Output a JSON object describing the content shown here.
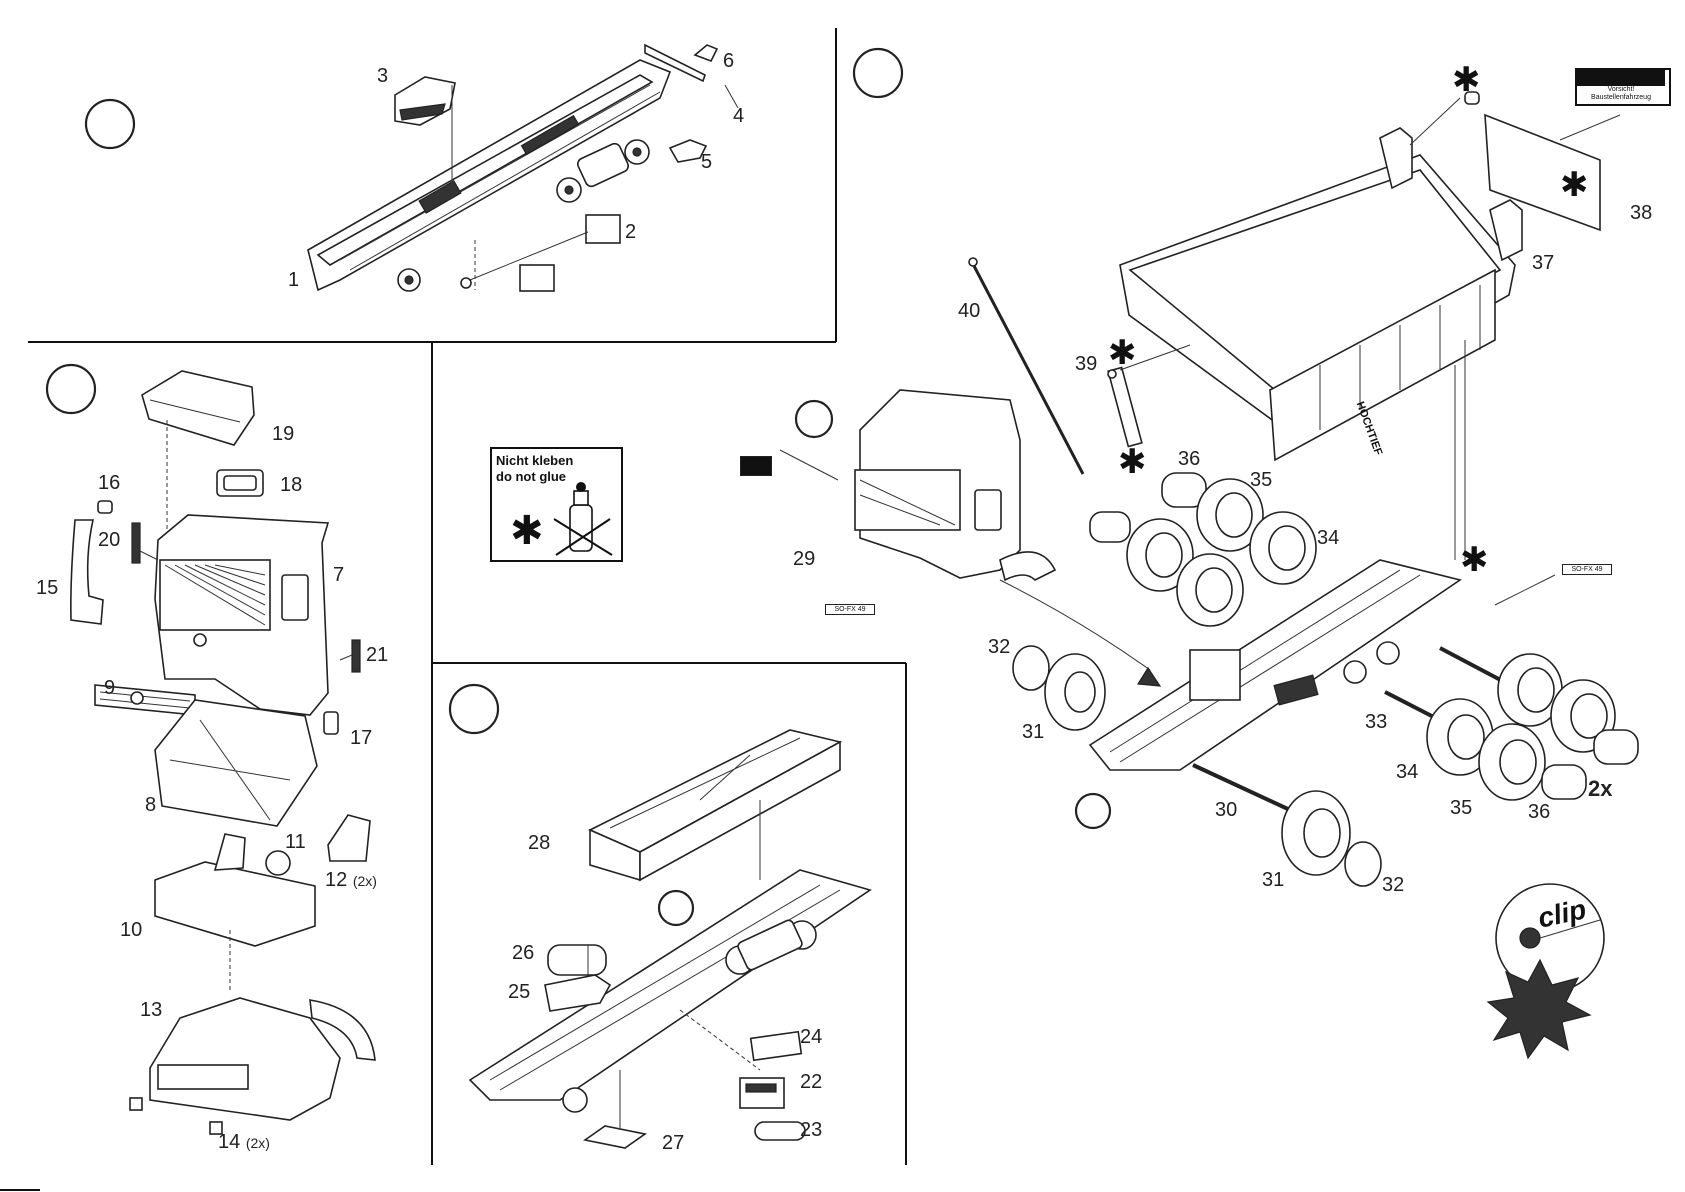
{
  "sheet": {
    "glue_note": {
      "line1": "Nicht kleben",
      "line2": "do not glue",
      "symbol": "✱"
    },
    "warning_plate": {
      "line1": "Vorsicht!",
      "line2": "Baustellenfahrzeug"
    },
    "company_mark": "HOCHTIEF",
    "license_plate": "SO-FX 49",
    "clip_label": "clip",
    "quantity_2x": "2x",
    "asterisk": "✱"
  },
  "parts": {
    "p1": "1",
    "p2": "2",
    "p3": "3",
    "p4": "4",
    "p5": "5",
    "p6": "6",
    "p7": "7",
    "p8": "8",
    "p9": "9",
    "p10": "10",
    "p11": "11",
    "p12": "12",
    "p12_qty": "(2x)",
    "p13": "13",
    "p14": "14",
    "p14_qty": "(2x)",
    "p15": "15",
    "p16": "16",
    "p17": "17",
    "p18": "18",
    "p19": "19",
    "p20": "20",
    "p21": "21",
    "p22": "22",
    "p23": "23",
    "p24": "24",
    "p25": "25",
    "p26": "26",
    "p27": "27",
    "p28": "28",
    "p29": "29",
    "p30": "30",
    "p31a": "31",
    "p31b": "31",
    "p32a": "32",
    "p32b": "32",
    "p33": "33",
    "p34a": "34",
    "p34b": "34",
    "p35a": "35",
    "p35b": "35",
    "p36a": "36",
    "p36b": "36",
    "p37": "37",
    "p38": "38",
    "p39": "39",
    "p40": "40"
  }
}
